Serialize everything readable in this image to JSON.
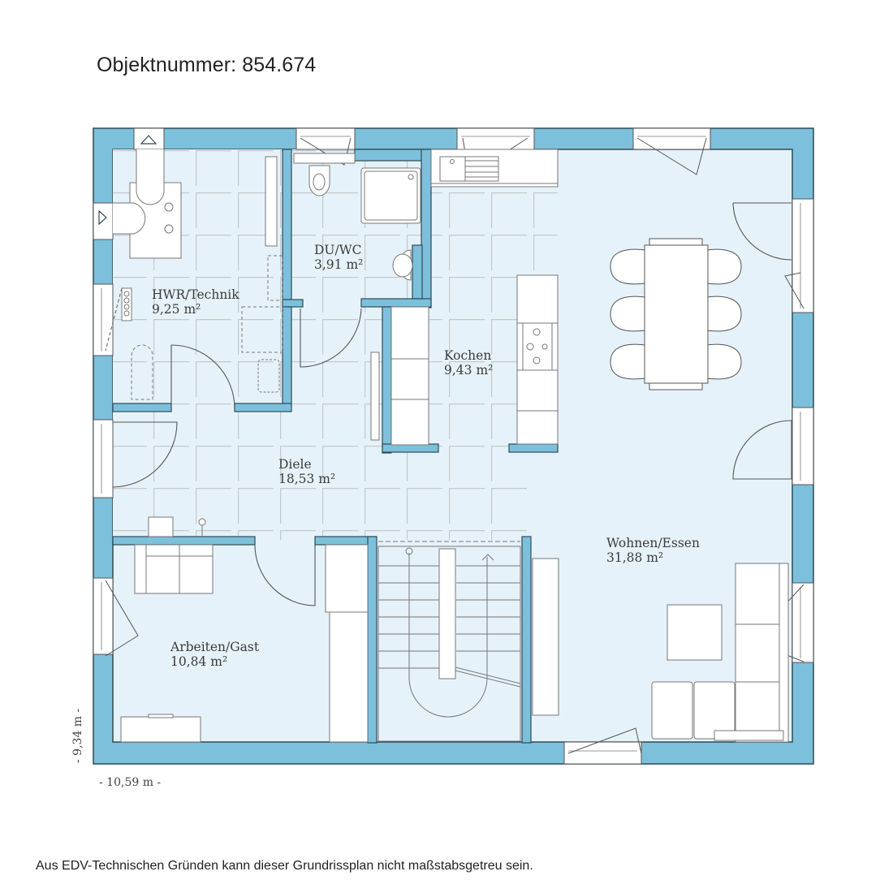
{
  "header": {
    "title": "Objektnummer: 854.674"
  },
  "footer": {
    "disclaimer": "Aus EDV-Technischen Gründen kann dieser Grundrissplan nicht maßstabsgetreu sein."
  },
  "colors": {
    "wall": "#7cc0dc",
    "wall_outline": "#2f4a55",
    "floor": "#e6f2f9",
    "tile_line": "#c2c9cd",
    "furniture": "#ffffff",
    "furniture_line": "#777777"
  },
  "rooms": [
    {
      "name": "HWR/Technik",
      "area": "9,25 m²"
    },
    {
      "name": "DU/WC",
      "area": "3,91 m²"
    },
    {
      "name": "Kochen",
      "area": "9,43 m²"
    },
    {
      "name": "Diele",
      "area": "18,53 m²"
    },
    {
      "name": "Wohnen/Essen",
      "area": "31,88 m²"
    },
    {
      "name": "Arbeiten/Gast",
      "area": "10,84 m²"
    }
  ],
  "dimensions": {
    "width": "- 10,59 m -",
    "height": "- 9,34 m -"
  }
}
